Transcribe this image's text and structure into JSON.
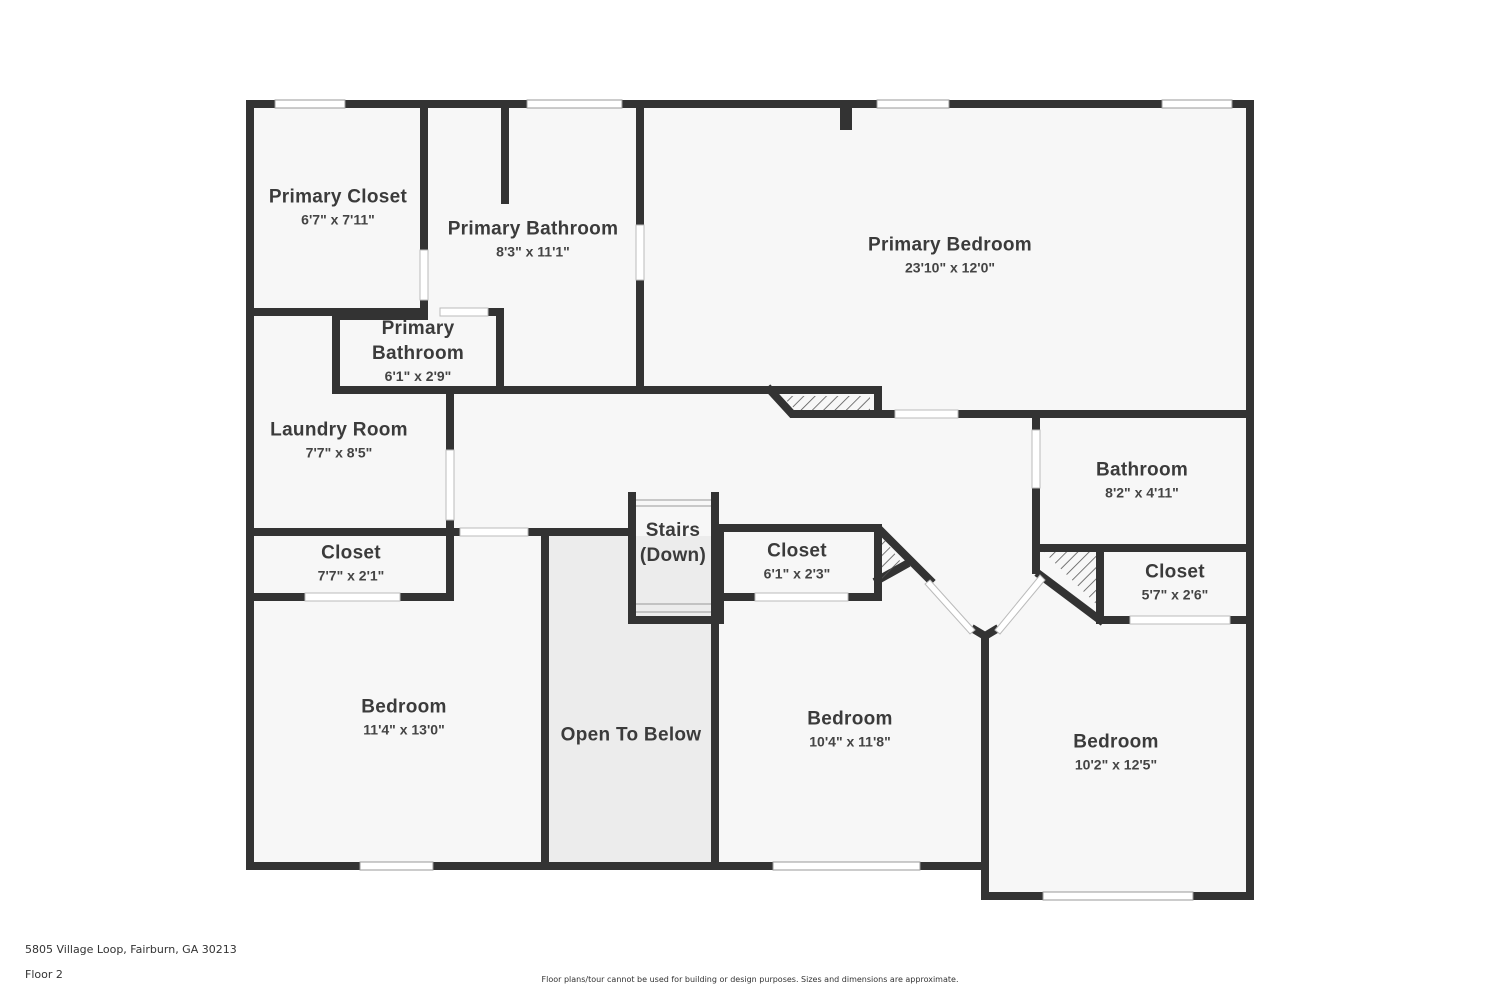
{
  "rooms": {
    "primary_closet": {
      "name": "Primary Closet",
      "dims": "6'7\" x 7'11\""
    },
    "primary_bathroom": {
      "name": "Primary Bathroom",
      "dims": "8'3\" x 11'1\""
    },
    "primary_bedroom": {
      "name": "Primary Bedroom",
      "dims": "23'10\" x 12'0\""
    },
    "primary_bathroom_small": {
      "name_line1": "Primary",
      "name_line2": "Bathroom",
      "dims": "6'1\" x 2'9\""
    },
    "laundry_room": {
      "name": "Laundry Room",
      "dims": "7'7\" x 8'5\""
    },
    "bathroom": {
      "name": "Bathroom",
      "dims": "8'2\" x 4'11\""
    },
    "stairs": {
      "name_line1": "Stairs",
      "name_line2": "(Down)"
    },
    "closet_left": {
      "name": "Closet",
      "dims": "7'7\" x 2'1\""
    },
    "closet_mid": {
      "name": "Closet",
      "dims": "6'1\" x 2'3\""
    },
    "closet_right": {
      "name": "Closet",
      "dims": "5'7\" x 2'6\""
    },
    "bedroom_left": {
      "name": "Bedroom",
      "dims": "11'4\" x 13'0\""
    },
    "open_to_below": {
      "name": "Open To Below"
    },
    "bedroom_mid": {
      "name": "Bedroom",
      "dims": "10'4\" x 11'8\""
    },
    "bedroom_right": {
      "name": "Bedroom",
      "dims": "10'2\" x 12'5\""
    }
  },
  "footer": {
    "address": "5805 Village Loop, Fairburn, GA 30213",
    "floor": "Floor 2",
    "disclaimer": "Floor plans/tour cannot be used for building or design purposes. Sizes and dimensions are approximate."
  },
  "colors": {
    "wall": "#333333",
    "floor": "#f7f7f7",
    "open_below": "#ececec"
  }
}
